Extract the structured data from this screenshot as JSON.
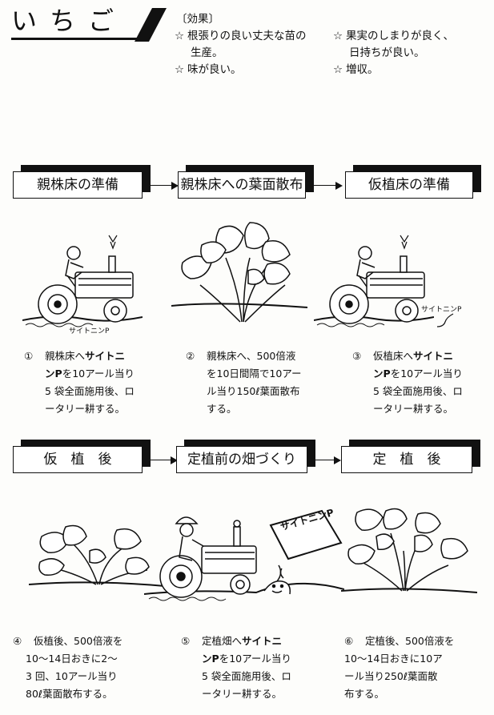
{
  "title": "いちご",
  "effects": {
    "heading": "〔効果〕",
    "items": [
      {
        "star": "☆",
        "lines": [
          "根張りの良い丈夫な苗の",
          "生産。"
        ]
      },
      {
        "star": "☆",
        "lines": [
          "味が良い。"
        ]
      },
      {
        "star": "☆",
        "lines": [
          "果実のしまりが良く、",
          "日持ちが良い。"
        ]
      },
      {
        "star": "☆",
        "lines": [
          "増収。"
        ]
      }
    ]
  },
  "steps": [
    {
      "label": "親株床の準備"
    },
    {
      "label": "親株床への葉面散布"
    },
    {
      "label": "仮植床の準備"
    },
    {
      "label": "仮　植　後"
    },
    {
      "label": "定植前の畑づくり"
    },
    {
      "label": "定　植　後"
    }
  ],
  "illustration_labels": {
    "saitonin_p_1": "サイトニンP",
    "saitonin_p_2": "サイトニンP",
    "bag_text": "サイトニンP"
  },
  "captions": [
    {
      "num": "①",
      "l1a": "親株床へ",
      "l1b": "サイトニ",
      "l2a": "ン",
      "l2b": "P",
      "l2c": "を10アール当り",
      "l3": "5 袋全面施用後、ロ",
      "l4": "ータリー耕する。"
    },
    {
      "num": "②",
      "l1": "親株床へ、500倍液",
      "l2": "を10日間隔で10アー",
      "l3": "ル当り150ℓ葉面散布",
      "l4": "する。"
    },
    {
      "num": "③",
      "l1a": "仮植床へ",
      "l1b": "サイトニ",
      "l2a": "ン",
      "l2b": "P",
      "l2c": "を10アール当り",
      "l3": "5 袋全面施用後、ロ",
      "l4": "ータリー耕する。"
    },
    {
      "num": "④",
      "l1": "仮植後、500倍液を",
      "l2": "10～14日おきに2～",
      "l3": "3 回、10アール当り",
      "l4": "80ℓ葉面散布する。"
    },
    {
      "num": "⑤",
      "l1a": "定植畑へ",
      "l1b": "サイトニ",
      "l2a": "ン",
      "l2b": "P",
      "l2c": "を10アール当り",
      "l3": "5 袋全面施用後、ロ",
      "l4": "ータリー耕する。"
    },
    {
      "num": "⑥",
      "l1": "定植後、500倍液を",
      "l2": "10～14日おきに10ア",
      "l3": "ール当り250ℓ葉面散",
      "l4": "布する。"
    }
  ]
}
